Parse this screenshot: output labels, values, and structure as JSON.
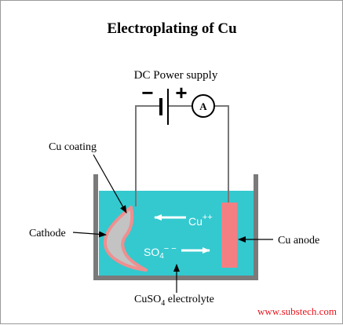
{
  "title": "Electroplating of Cu",
  "power_supply": {
    "label": "DC Power supply",
    "minus_sign": "−",
    "plus_sign": "+",
    "ammeter_letter": "A"
  },
  "labels": {
    "cu_coating": "Cu coating",
    "cathode": "Cathode",
    "cu_anode": "Cu anode",
    "electrolyte_main": "CuSO",
    "electrolyte_sub": "4",
    "electrolyte_rest": " electrolyte"
  },
  "ions": {
    "cu_ion": "Cu",
    "cu_charge": "++",
    "sulfate_ion": "SO",
    "sulfate_sub": "4",
    "sulfate_charge": "− −"
  },
  "watermark": "www.substech.com",
  "colors": {
    "electrolyte": "#33c9cf",
    "anode": "#f47f82",
    "cathode_fill": "#c3c3c3",
    "coating": "#f08f8f",
    "tank_wall": "#7a7a7a",
    "wire": "#777777",
    "watermark": "#e8141b"
  }
}
